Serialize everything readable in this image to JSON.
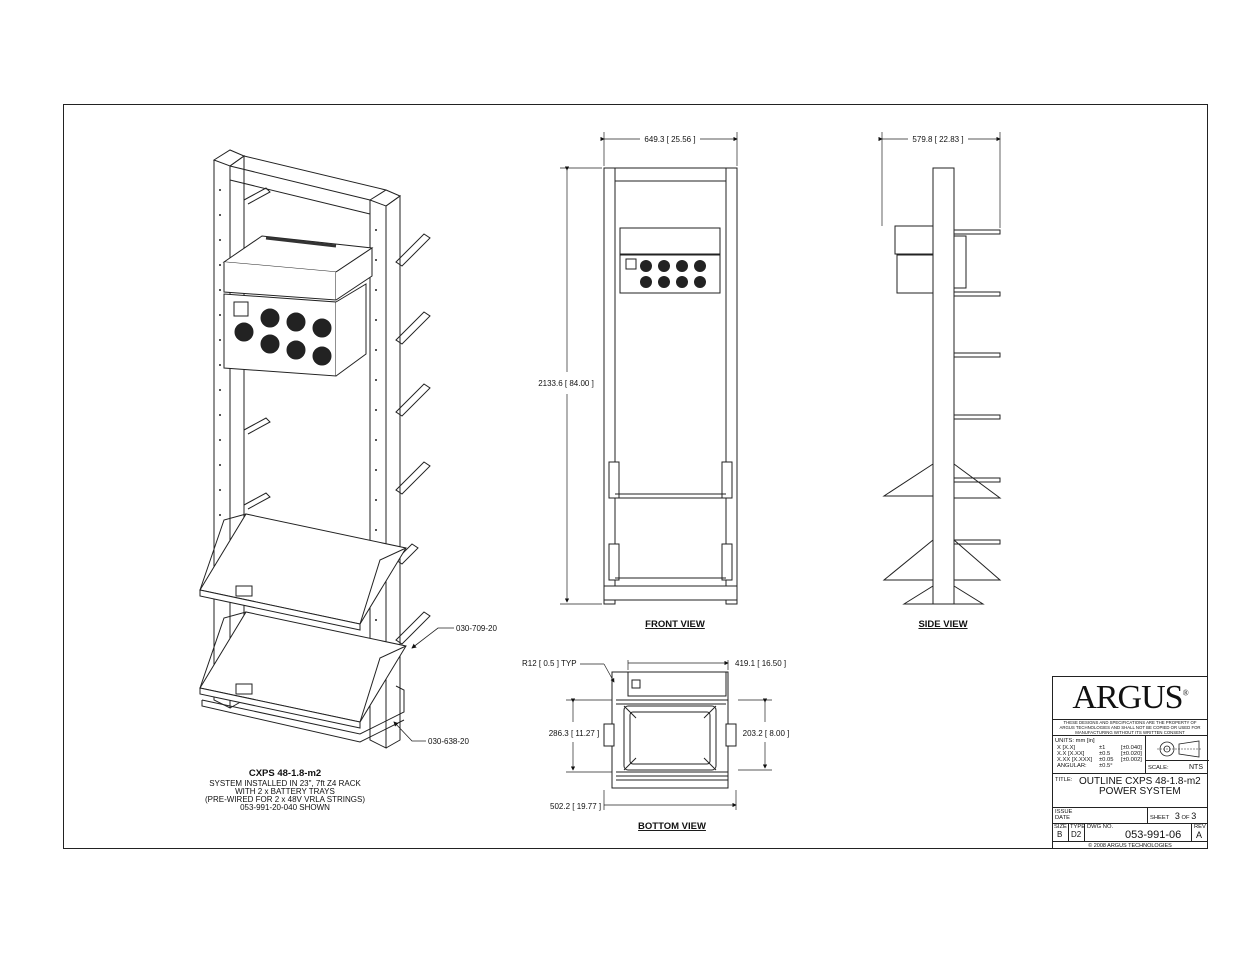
{
  "drawing": {
    "views": {
      "front": "FRONT VIEW",
      "side": "SIDE VIEW",
      "bottom": "BOTTOM VIEW"
    },
    "dimensions": {
      "front_width": "649.3 [ 25.56 ]",
      "front_height": "2133.6 [ 84.00 ]",
      "side_depth": "579.8 [ 22.83 ]",
      "bottom_radius": "R12 [ 0.5 ]  TYP",
      "bottom_width": "419.1 [ 16.50 ]",
      "bottom_left": "286.3 [ 11.27 ]",
      "bottom_right": "203.2 [ 8.00 ]",
      "bottom_overall": "502.2 [ 19.77 ]"
    },
    "callouts": {
      "tray_part": "030-709-20",
      "base_part": "030-638-20"
    },
    "caption": {
      "model": "CXPS 48-1.8-m2",
      "lines": [
        "SYSTEM INSTALLED IN 23\", 7ft Z4 RACK",
        "WITH 2 x BATTERY TRAYS",
        "(PRE-WIRED FOR 2 x 48V VRLA STRINGS)",
        "053-991-20-040 SHOWN"
      ]
    }
  },
  "title_block": {
    "logo": "ARGUS",
    "logo_mark": "®",
    "disclaimer": "THESE DESIGNS AND SPECIFICATIONS ARE THE PROPERTY OF ARGUS TECHNOLOGIES AND SHALL NOT BE COPIED OR USED FOR MANUFACTURING WITHOUT ITS WRITTEN CONSENT",
    "units_label": "UNITS: mm [in]",
    "tolerances": [
      {
        "fmt": "X [X.X]",
        "mm": "±1",
        "in": "[±0.040]"
      },
      {
        "fmt": "X.X [X.XX]",
        "mm": "±0.5",
        "in": "[±0.020]"
      },
      {
        "fmt": "X.XX [X.XXX]",
        "mm": "±0.05",
        "in": "[±0.002]"
      },
      {
        "fmt": "ANGULAR:",
        "mm": "±0.5°",
        "in": ""
      }
    ],
    "scale_label": "SCALE:",
    "scale_value": "NTS",
    "title_label": "TITLE:",
    "title_line1": "OUTLINE CXPS 48-1.8-m2",
    "title_line2": "POWER SYSTEM",
    "issue_label": "ISSUE",
    "date_label": "DATE",
    "sheet_label": "SHEET",
    "sheet_num": "3",
    "of_label": "OF",
    "sheet_total": "3",
    "size_label": "SIZE",
    "size_value": "B",
    "type_label": "TYPE",
    "type_value": "D2",
    "dwg_label": "DWG NO.",
    "dwg_value": "053-991-06",
    "rev_label": "REV",
    "rev_value": "A",
    "copyright": "© 2008 ARGUS TECHNOLOGIES"
  }
}
